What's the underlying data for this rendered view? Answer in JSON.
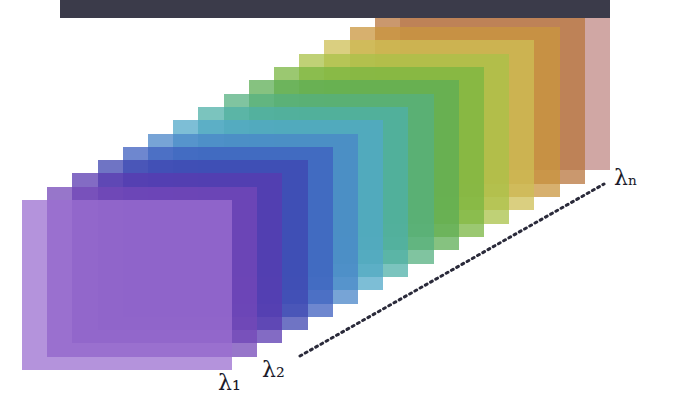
{
  "diagram": {
    "labels": [
      "λ₁",
      "λ₂",
      "λₙ"
    ]
  }
}
